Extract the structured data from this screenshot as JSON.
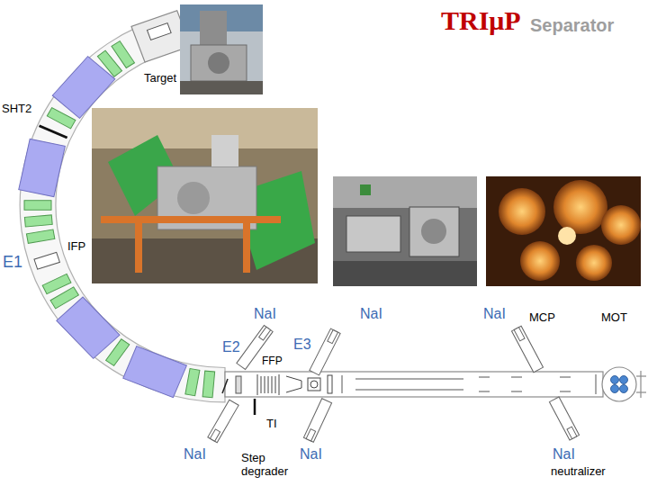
{
  "diagram": {
    "labels": [
      "TRIμP",
      "Separator",
      "Target",
      "SHT2",
      "E1",
      "IFP",
      "NaI",
      "NaI",
      "NaI",
      "MCP",
      "MOT",
      "E2",
      "E3",
      "FFP",
      "NaI",
      "TI",
      "Step degrader",
      "NaI",
      "NaI",
      "neutralizer"
    ]
  }
}
